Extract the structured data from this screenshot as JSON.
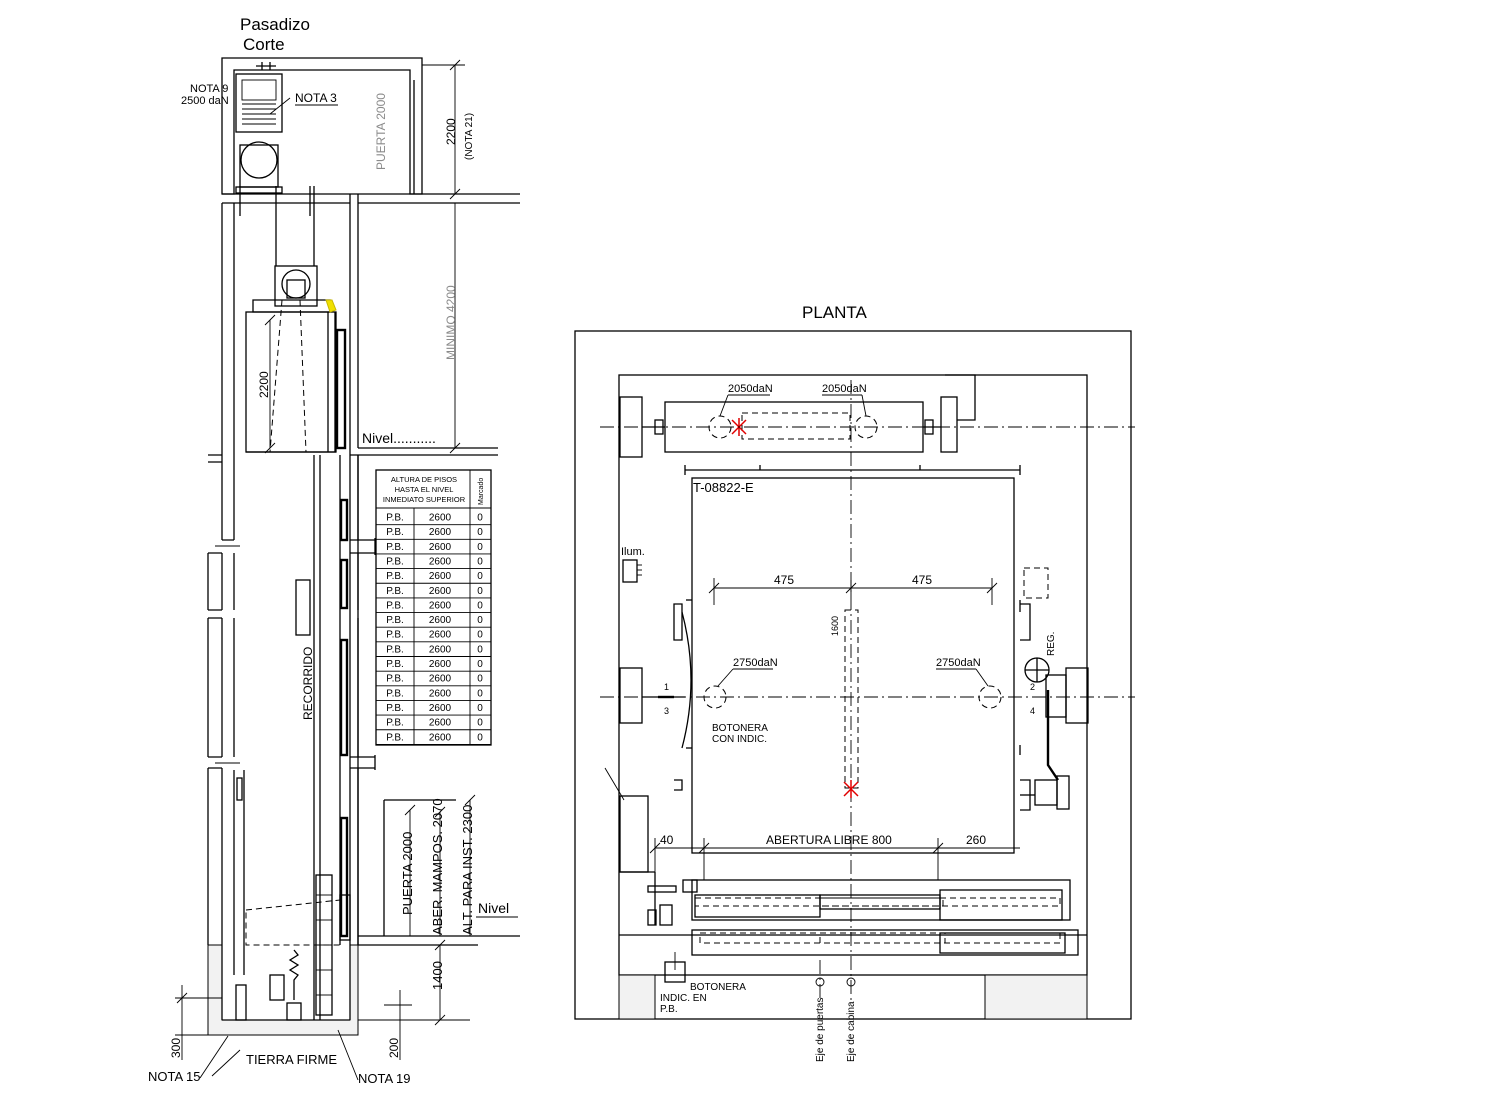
{
  "section": {
    "title_line1": "Pasadizo",
    "title_line2": "Corte",
    "nota9": "NOTA 9",
    "load_2500": "2500 daN",
    "nota3": "NOTA 3",
    "puerta_2000_top": "PUERTA 2000",
    "dim_2200_top": "2200",
    "nota21": "(NOTA 21)",
    "minimo_4200": "MINIMO 4200",
    "dim_2200_cab": "2200",
    "nivel_top": "Nivel...........",
    "recorrido": "RECORRIDO",
    "puerta_2000": "PUERTA 2000",
    "aber_mampos": "ABER. MAMPOS. 2070",
    "alt_inst": "ALT. PARA INST. 2300",
    "nivel_bottom": "Nivel",
    "dim_1400": "1400",
    "dim_300": "300",
    "dim_200": "200",
    "nota15": "NOTA 15",
    "tierra_firme": "TIERRA FIRME",
    "nota19": "NOTA 19"
  },
  "floor_table": {
    "header_line1": "ALTURA DE PISOS",
    "header_line2": "HASTA EL NIVEL",
    "header_line3": "INMEDIATO SUPERIOR",
    "header_col3": "Marcado",
    "rows": [
      {
        "piso": "P.B.",
        "altura": "2600",
        "marcado": "0"
      },
      {
        "piso": "P.B.",
        "altura": "2600",
        "marcado": "0"
      },
      {
        "piso": "P.B.",
        "altura": "2600",
        "marcado": "0"
      },
      {
        "piso": "P.B.",
        "altura": "2600",
        "marcado": "0"
      },
      {
        "piso": "P.B.",
        "altura": "2600",
        "marcado": "0"
      },
      {
        "piso": "P.B.",
        "altura": "2600",
        "marcado": "0"
      },
      {
        "piso": "P.B.",
        "altura": "2600",
        "marcado": "0"
      },
      {
        "piso": "P.B.",
        "altura": "2600",
        "marcado": "0"
      },
      {
        "piso": "P.B.",
        "altura": "2600",
        "marcado": "0"
      },
      {
        "piso": "P.B.",
        "altura": "2600",
        "marcado": "0"
      },
      {
        "piso": "P.B.",
        "altura": "2600",
        "marcado": "0"
      },
      {
        "piso": "P.B.",
        "altura": "2600",
        "marcado": "0"
      },
      {
        "piso": "P.B.",
        "altura": "2600",
        "marcado": "0"
      },
      {
        "piso": "P.B.",
        "altura": "2600",
        "marcado": "0"
      },
      {
        "piso": "P.B.",
        "altura": "2600",
        "marcado": "0"
      },
      {
        "piso": "P.B.",
        "altura": "2600",
        "marcado": "0"
      }
    ]
  },
  "plan": {
    "title": "PLANTA",
    "load_2050_left": "2050daN",
    "load_2050_right": "2050daN",
    "model": "T-08822-E",
    "ilum": "Ilum.",
    "dim_475_left": "475",
    "dim_475_right": "475",
    "dim_1600": "1600",
    "reg": "REG.",
    "load_2750_left": "2750daN",
    "load_2750_right": "2750daN",
    "num_1": "1",
    "num_3": "3",
    "num_2": "2",
    "num_4": "4",
    "botonera_line1": "BOTONERA",
    "botonera_line2": "CON INDIC.",
    "dim_40": "40",
    "abertura": "ABERTURA LIBRE 800",
    "dim_260": "260",
    "botonera2_line1": "BOTONERA",
    "botonera2_line2": "INDIC. EN",
    "botonera2_line3": "P.B.",
    "eje_puertas": "Eje de puertas",
    "eje_cabina": "Eje de cabina"
  },
  "colors": {
    "line": "#000000",
    "gray_text": "#8a8a8a",
    "red_mark": "#e00000",
    "yellow_mark": "#f0e000"
  }
}
